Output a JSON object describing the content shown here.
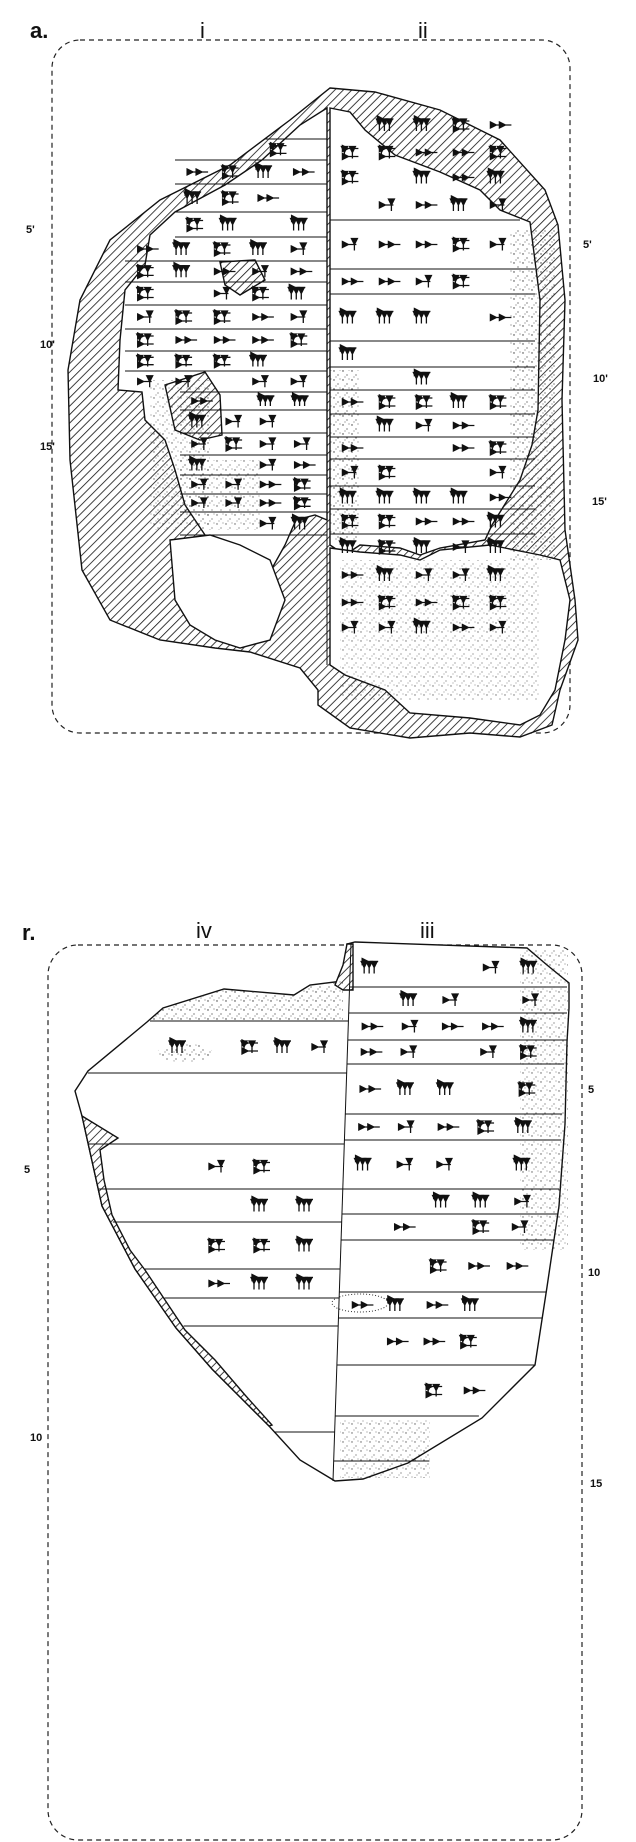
{
  "obverse": {
    "side_label": "a.",
    "columns": [
      "i",
      "ii"
    ],
    "line_numbers_left": [
      "5'",
      "10'",
      "15'"
    ],
    "line_numbers_right": [
      "5'",
      "10'",
      "15'"
    ]
  },
  "reverse": {
    "side_label": "r.",
    "columns": [
      "iv",
      "iii"
    ],
    "line_numbers_left": [
      "5",
      "10"
    ],
    "line_numbers_right": [
      "5",
      "10",
      "15"
    ]
  },
  "colors": {
    "ink": "#111111",
    "paper": "#ffffff"
  }
}
